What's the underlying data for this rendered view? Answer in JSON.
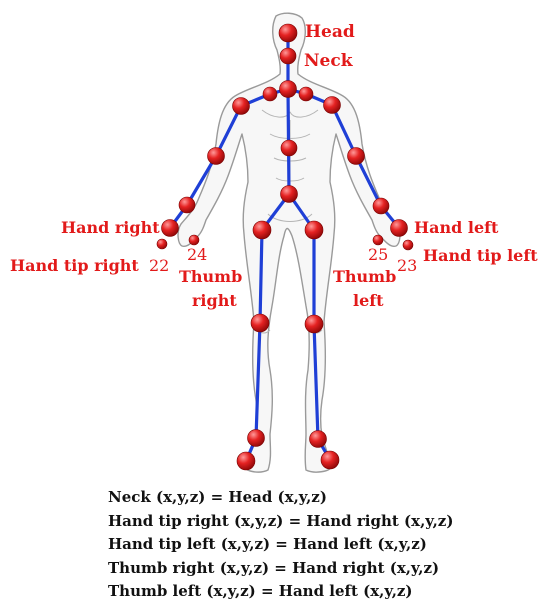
{
  "labels": {
    "head": "Head",
    "neck": "Neck",
    "hand_right": "Hand right",
    "hand_left": "Hand left",
    "hand_tip_right": "Hand tip right",
    "hand_tip_left": "Hand tip left",
    "thumb_right_line1": "Thumb",
    "thumb_right_line2": "right",
    "thumb_left_line1": "Thumb",
    "thumb_left_line2": "left",
    "num_22": "22",
    "num_24": "24",
    "num_25": "25",
    "num_23": "23"
  },
  "equations": [
    "Neck (x,y,z) = Head (x,y,z)",
    "Hand tip right (x,y,z) = Hand right (x,y,z)",
    "Hand tip left (x,y,z) = Hand left (x,y,z)",
    "Thumb right (x,y,z) = Hand right (x,y,z)",
    "Thumb left (x,y,z) = Hand left (x,y,z)"
  ],
  "colors": {
    "joint": "#e21a1a",
    "bone": "#1f3fd6",
    "label": "#e21a1a",
    "body_outline": "#9a9a9a"
  }
}
